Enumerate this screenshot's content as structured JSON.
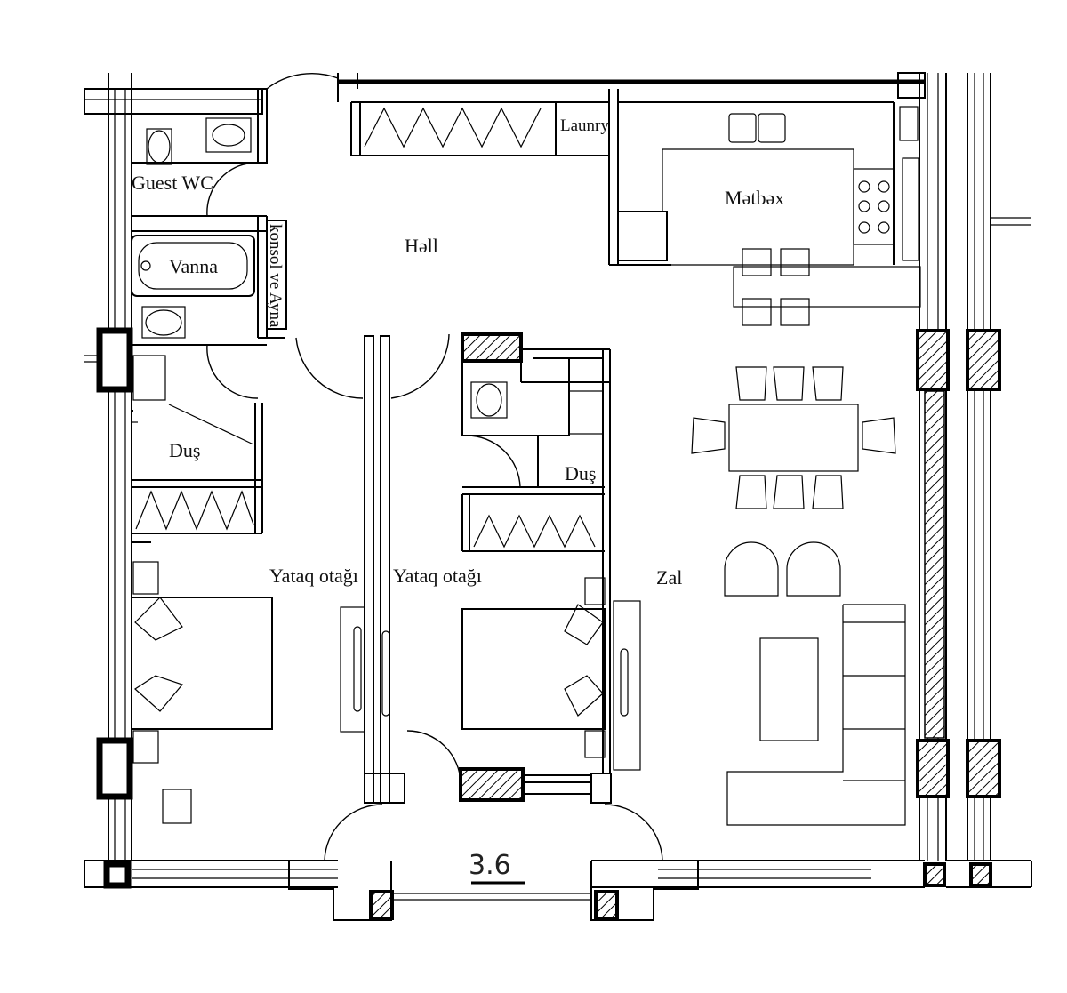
{
  "rooms": {
    "guest_wc": "Guest WC",
    "vanna": "Vanna",
    "konsol": "konsol ve Ayna",
    "holl": "Həll",
    "launry": "Launry",
    "metbex": "Mətbəx",
    "dus_left": "Duş",
    "dus_right": "Duş",
    "yataq_left": "Yataq otağı",
    "yataq_right": "Yataq otağı",
    "zal": "Zal"
  },
  "unit_number": "3.6"
}
